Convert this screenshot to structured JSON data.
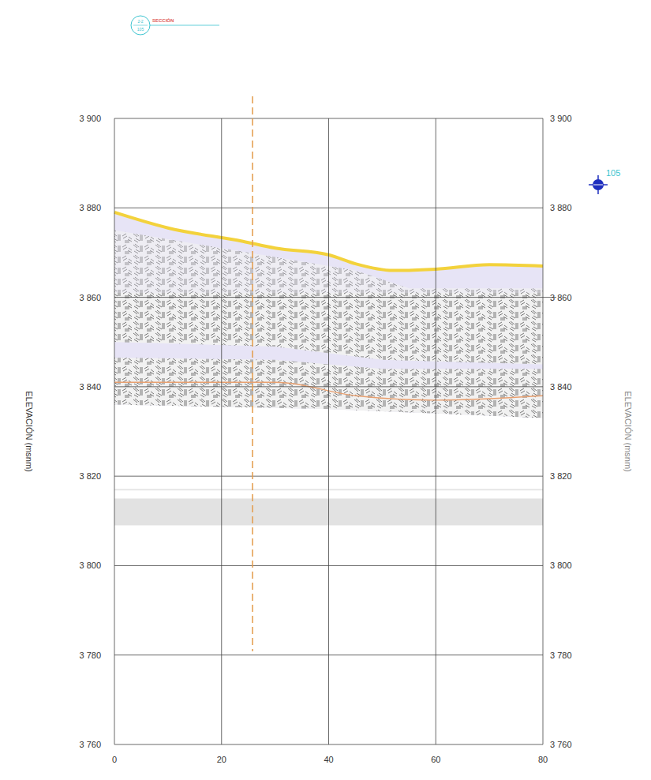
{
  "diagram": {
    "title": "SECCIÓN",
    "labels": [
      "3 900",
      "3 880",
      "3 860",
      "3 840",
      "3 820",
      "3 800",
      "3 780",
      "3 760",
      "3 900",
      "3 880",
      "3 860",
      "3 840",
      "3 820",
      "3 800",
      "3 780",
      "3 760",
      "0",
      "20",
      "40",
      "60",
      "80",
      "ELEVACIÓN (msnm)",
      "ELEVACIÓN (msnm)",
      "2-2",
      "105",
      "105"
    ]
  }
}
